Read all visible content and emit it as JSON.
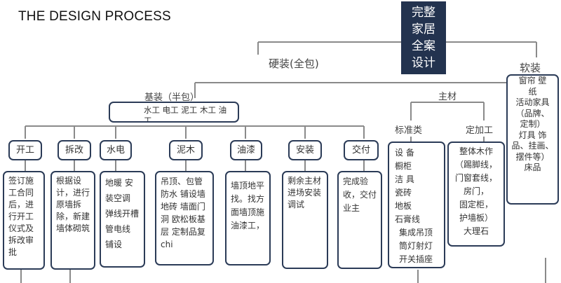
{
  "heading": "THE DESIGN PROCESS",
  "root": [
    "完整",
    "家居",
    "全案",
    "设计"
  ],
  "hardcover": "硬装(全包)",
  "softcover": "软装",
  "basic": "基装（半包）",
  "basic_items": "水工 电工 泥工 木工 油工",
  "main_material": "主材",
  "standard": "标准类",
  "custom": "定加工",
  "stages": [
    {
      "title": "开工",
      "desc": "签订施工合同后，进行开工仪式及拆改审批"
    },
    {
      "title": "拆改",
      "desc": "根据设计，进行原墙拆除，新建墙体砌筑"
    },
    {
      "title": "水电",
      "desc": "地暖 安装空调 弹线开槽 管电线 铺设"
    },
    {
      "title": "泥木",
      "desc": "吊顶、包管防水 铺设墙地砖 墙面门洞 欧松板基层 定制品复chi"
    },
    {
      "title": "油漆",
      "desc": "墙顶地平找。找方面墙顶施油漆工，"
    },
    {
      "title": "安装",
      "desc": "剩余主材进场安装调试"
    },
    {
      "title": "交付",
      "desc": "完成验收，交付业主"
    }
  ],
  "standard_items": [
    "设 备",
    "橱柜",
    "洁 具",
    "瓷砖",
    "地板",
    "石膏线",
    "集成吊顶",
    "筒灯射灯",
    "开关插座"
  ],
  "custom_items": [
    "整体木作",
    "（踢脚线，",
    "门窗套线，",
    "房门，",
    "固定柜，",
    "护墙板）",
    "大理石"
  ],
  "soft_items": [
    "窗帘 壁",
    "纸",
    "活动家具",
    "（品牌、",
    "定制）",
    "灯具 饰",
    "品、挂画、",
    "摆件等）",
    "床品"
  ]
}
